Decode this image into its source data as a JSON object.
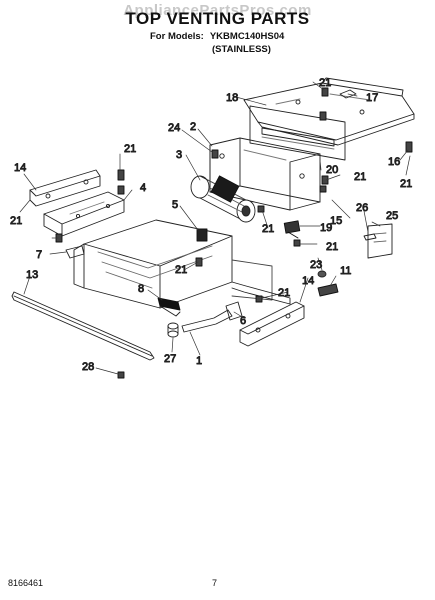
{
  "watermark": "AppliancePartsPros.com",
  "title": "TOP VENTING PARTS",
  "models_label": "For Models:",
  "model": "YKBMC140HS04",
  "variant": "(STAINLESS)",
  "footer": {
    "doc_number": "8166461",
    "page": "7"
  },
  "callouts": [
    "21",
    "17",
    "18",
    "2",
    "24",
    "3",
    "20",
    "21",
    "16",
    "21",
    "14",
    "21",
    "4",
    "21",
    "7",
    "5",
    "15",
    "19",
    "21",
    "26",
    "25",
    "21",
    "21",
    "13",
    "8",
    "23",
    "11",
    "14",
    "21",
    "6",
    "27",
    "1",
    "28"
  ]
}
